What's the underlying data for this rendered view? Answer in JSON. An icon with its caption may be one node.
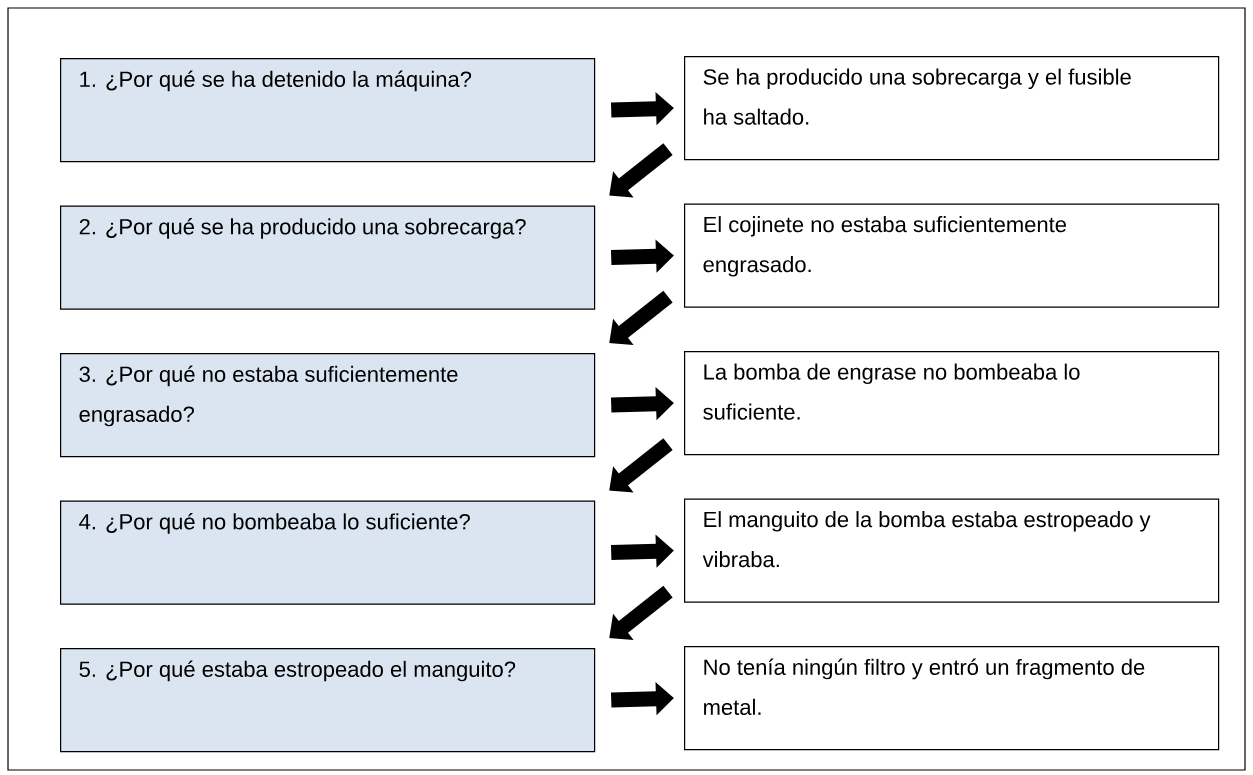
{
  "diagram": {
    "nodes": [
      {
        "text": [
          "1. ¿Por qué se ha detenido la máquina?"
        ]
      },
      {
        "text": [
          "Se ha producido una sobrecarga y el fusible ha saltado."
        ]
      },
      {
        "text": [
          "2. ¿Por qué se ha producido una sobrecarga?"
        ]
      },
      {
        "text": [
          "El cojinete no estaba suficientemente engrasado."
        ]
      },
      {
        "text": [
          "3. ¿Por qué no estaba suficientemente engrasado?"
        ]
      },
      {
        "text": [
          "La bomba de engrase no bombeaba lo suficiente."
        ]
      },
      {
        "text": [
          "4. ¿Por qué no bombeaba lo suficiente?"
        ]
      },
      {
        "text": [
          "El manguito de la bomba estaba estropeado y vibraba."
        ]
      },
      {
        "text": [
          "5. ¿Por qué estaba estropeado el manguito?"
        ]
      },
      {
        "text": [
          "No tenía ningún filtro y entró un fragmento de metal."
        ]
      }
    ],
    "edges": [
      {
        "from": 0,
        "to": 1,
        "arrow": "to"
      },
      {
        "from": 1,
        "to": 2,
        "arrow": "to"
      },
      {
        "from": 2,
        "to": 3,
        "arrow": "to"
      },
      {
        "from": 3,
        "to": 4,
        "arrow": "to"
      },
      {
        "from": 4,
        "to": 5,
        "arrow": "to"
      },
      {
        "from": 5,
        "to": 6,
        "arrow": "to"
      },
      {
        "from": 6,
        "to": 7,
        "arrow": "to"
      },
      {
        "from": 7,
        "to": 8,
        "arrow": "to"
      },
      {
        "from": 8,
        "to": 9,
        "arrow": "to"
      }
    ]
  }
}
